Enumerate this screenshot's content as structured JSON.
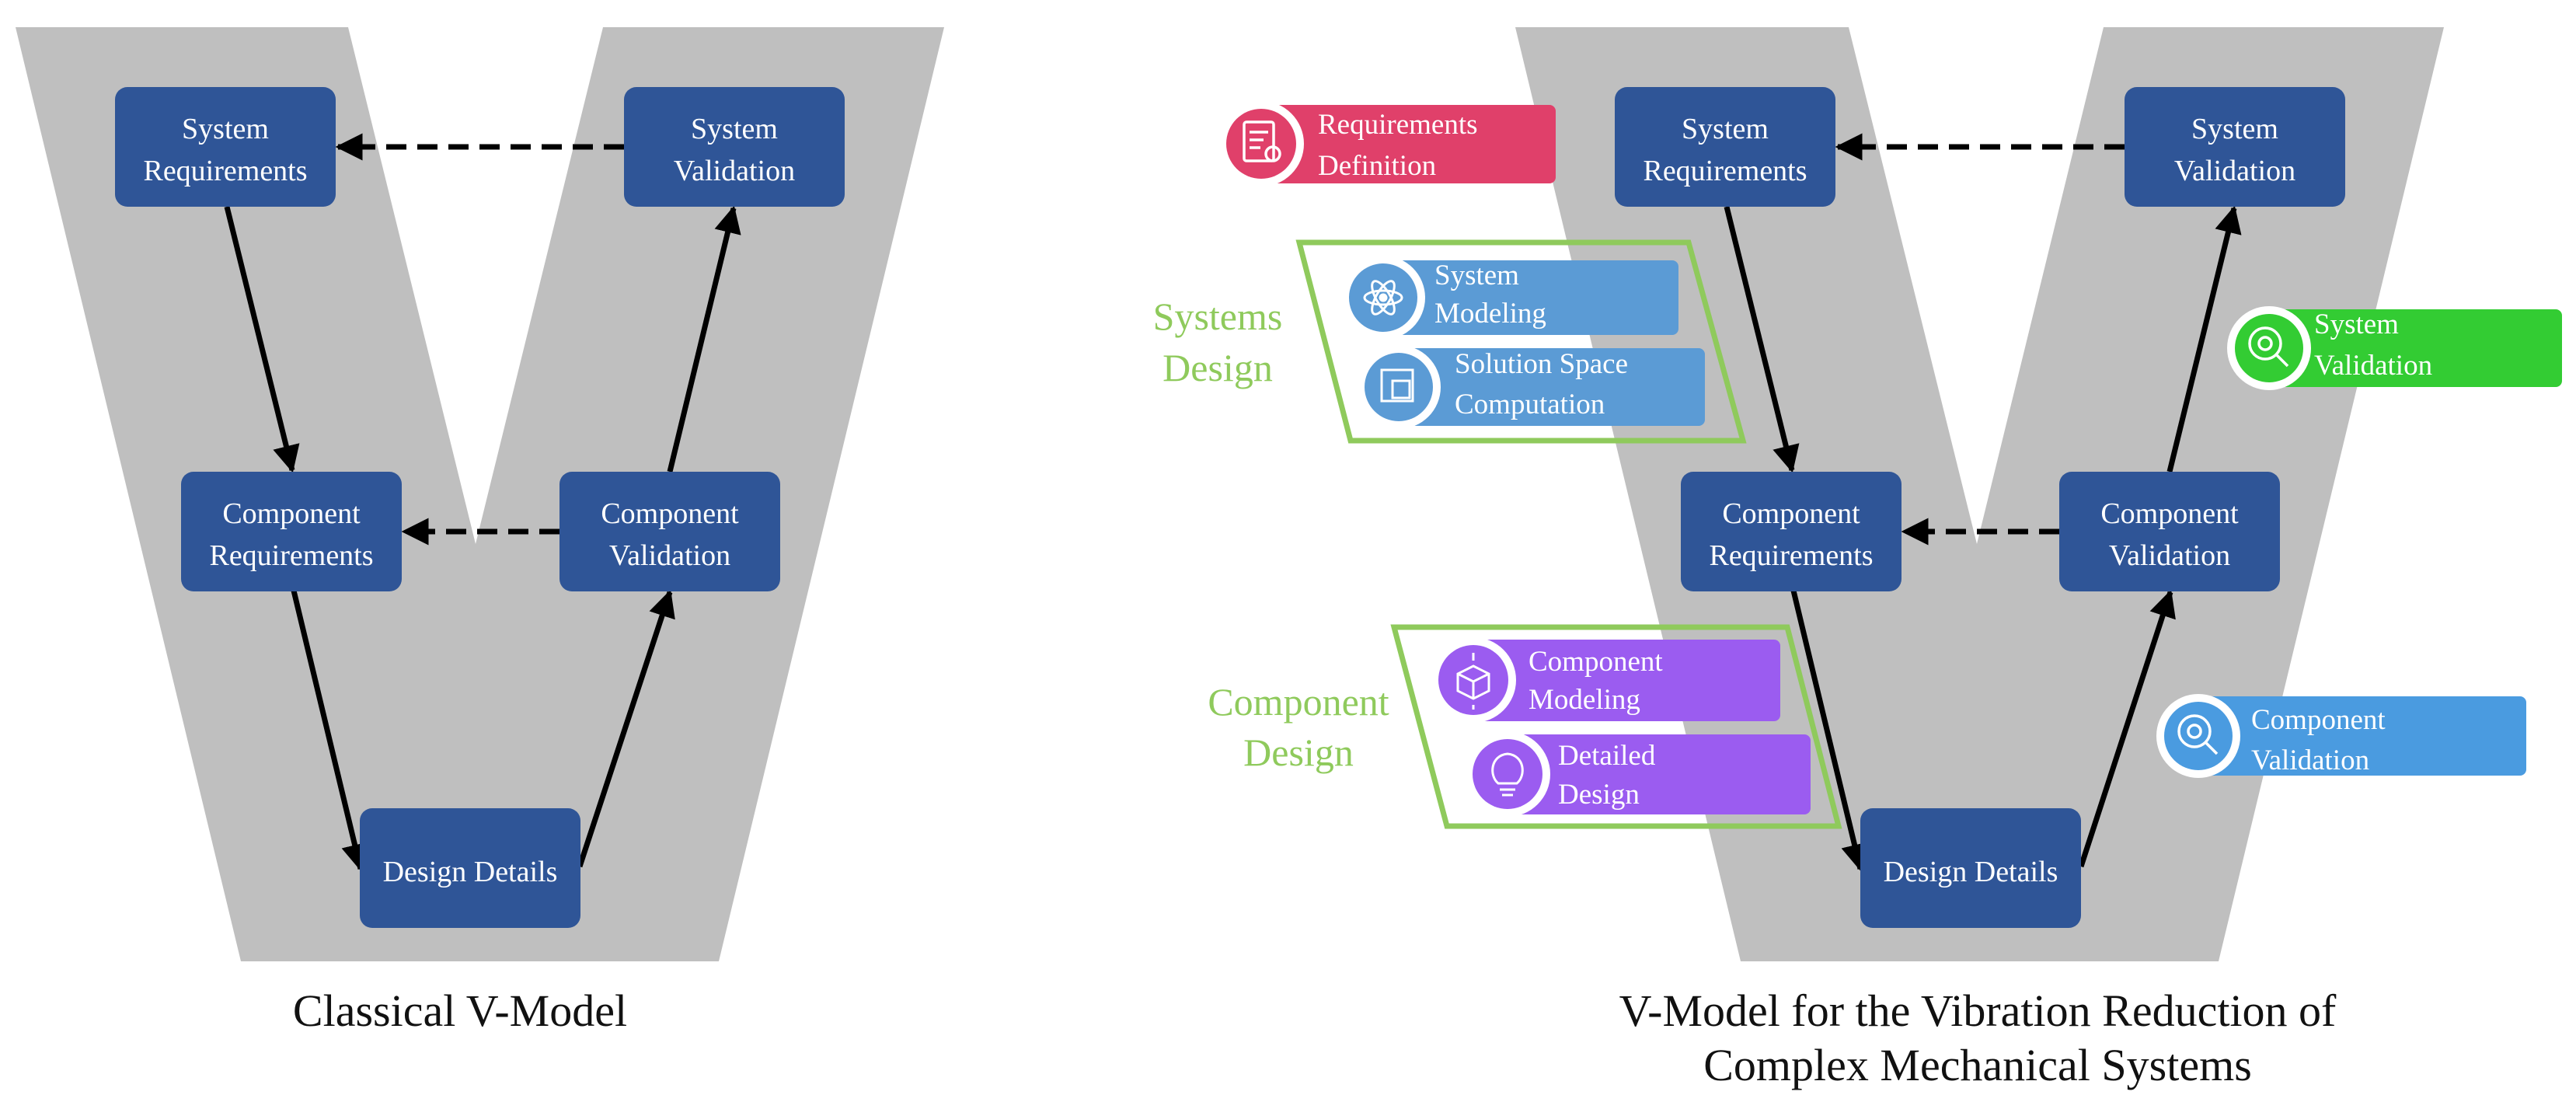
{
  "colors": {
    "v_shape": "#bfbfbf",
    "node": "#2f5597",
    "requirements_tag": "#e0406a",
    "systems_tag": "#5b9bd5",
    "component_tag": "#9b5cf0",
    "validation_green": "#33cc33",
    "validation_blue": "#4a9be0",
    "group_border": "#8fca5c",
    "arrow": "#000000"
  },
  "left_model": {
    "caption": "Classical V-Model",
    "nodes": {
      "system_requirements": [
        "System",
        "Requirements"
      ],
      "system_validation": [
        "System",
        "Validation"
      ],
      "component_requirements": [
        "Component",
        "Requirements"
      ],
      "component_validation": [
        "Component",
        "Validation"
      ],
      "design_details": [
        "Design Details"
      ]
    }
  },
  "right_model": {
    "caption": [
      "V-Model for the Vibration Reduction of",
      "Complex Mechanical Systems"
    ],
    "nodes": {
      "system_requirements": [
        "System",
        "Requirements"
      ],
      "system_validation": [
        "System",
        "Validation"
      ],
      "component_requirements": [
        "Component",
        "Requirements"
      ],
      "component_validation": [
        "Component",
        "Validation"
      ],
      "design_details": [
        "Design Details"
      ]
    },
    "tags": {
      "requirements_definition": {
        "lines": [
          "Requirements",
          "Definition"
        ],
        "icon": "document-certificate-icon"
      },
      "system_modeling": {
        "lines": [
          "System",
          "Modeling"
        ],
        "icon": "atom-icon"
      },
      "solution_space": {
        "lines": [
          "Solution Space",
          "Computation"
        ],
        "icon": "nested-squares-icon"
      },
      "system_validation": {
        "lines": [
          "System",
          "Validation"
        ],
        "icon": "gear-magnifier-icon"
      },
      "component_modeling": {
        "lines": [
          "Component",
          "Modeling"
        ],
        "icon": "cube-arrows-icon"
      },
      "detailed_design": {
        "lines": [
          "Detailed",
          "Design"
        ],
        "icon": "lightbulb-icon"
      },
      "component_validation": {
        "lines": [
          "Component",
          "Validation"
        ],
        "icon": "gear-magnifier-icon"
      }
    },
    "groups": {
      "systems_design": [
        "Systems",
        "Design"
      ],
      "component_design": [
        "Component",
        "Design"
      ]
    }
  }
}
